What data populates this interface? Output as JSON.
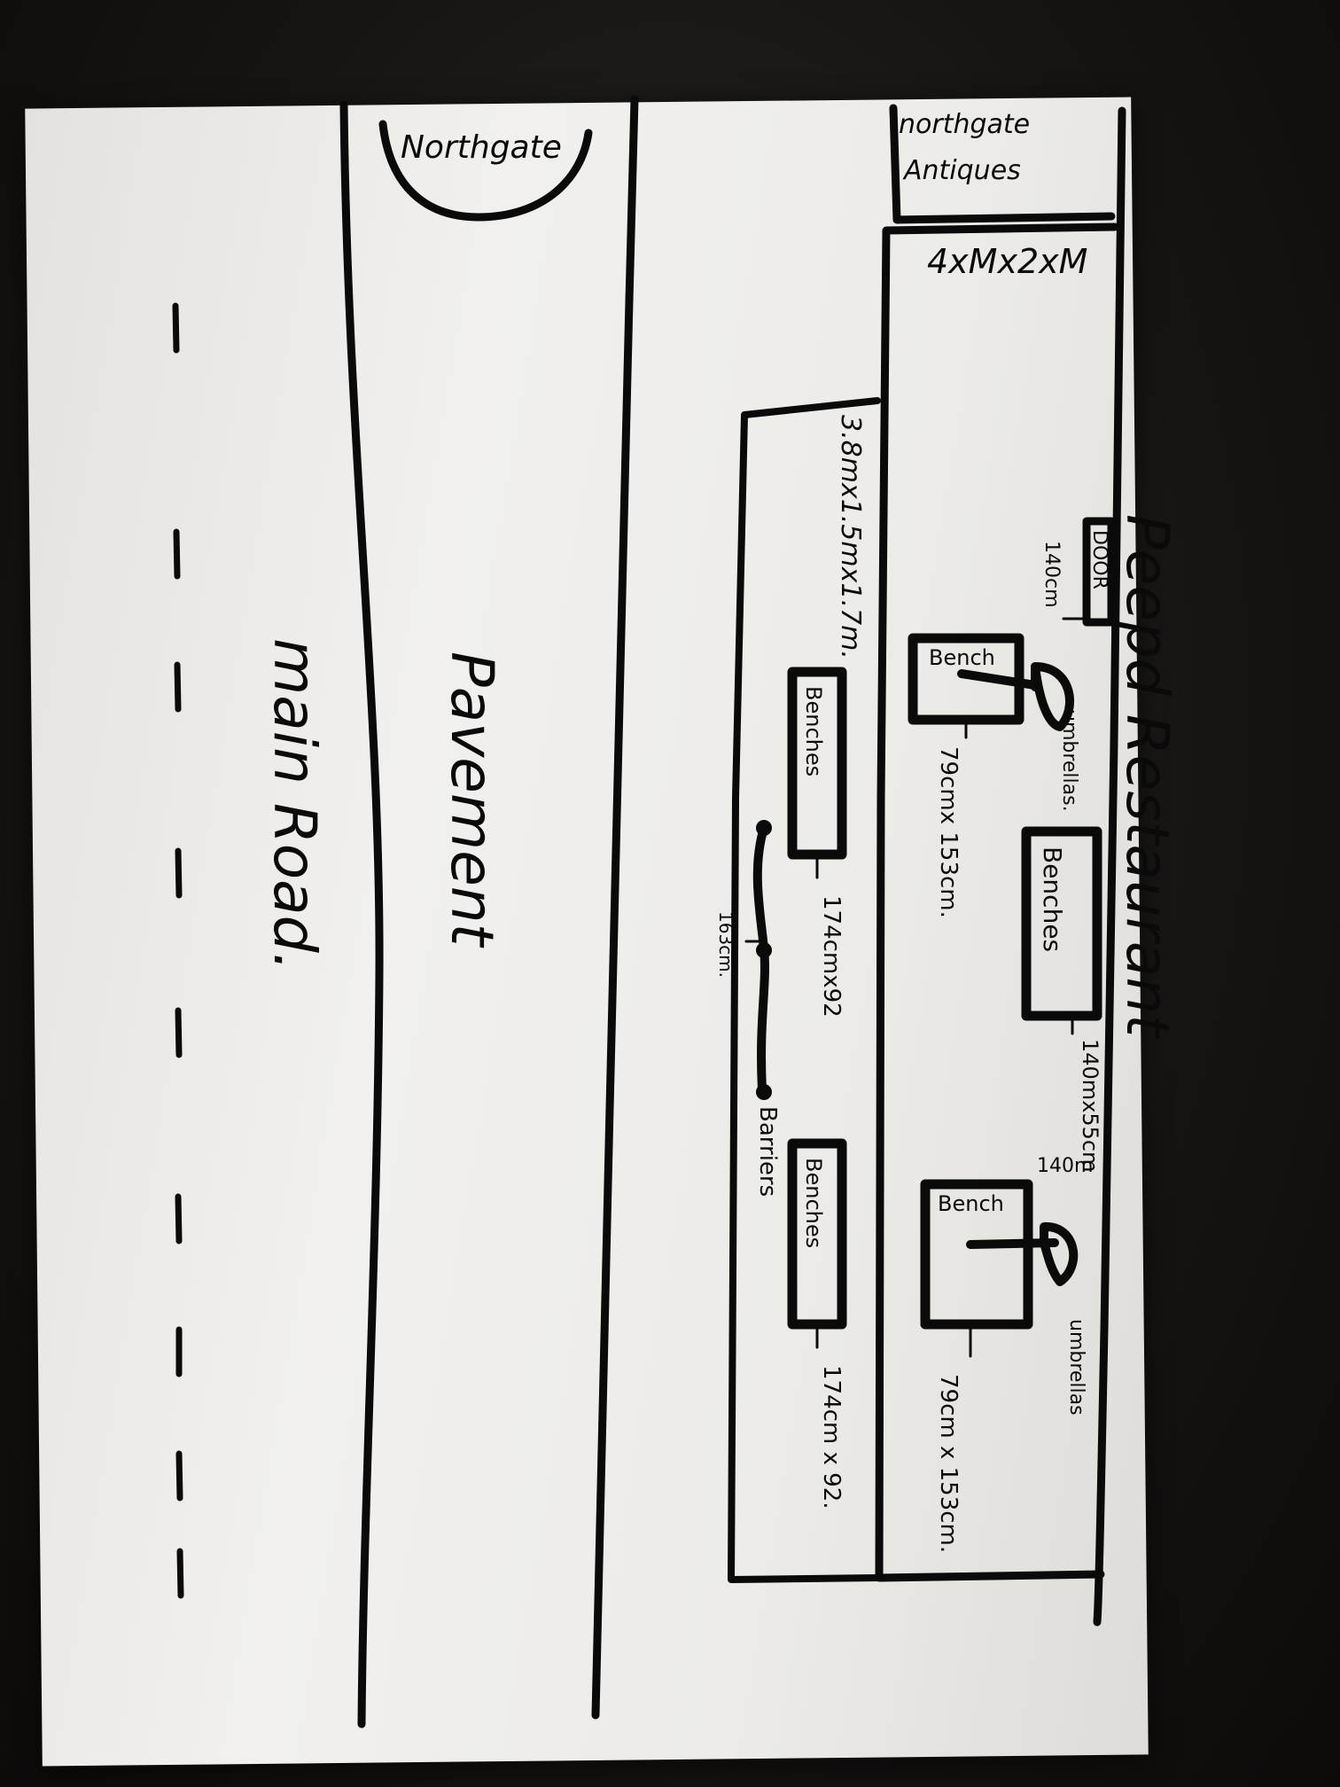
{
  "labels": {
    "northgate": "Northgate",
    "northgate_antiques_line1": "northgate",
    "northgate_antiques_line2": "Antiques",
    "upper_area_dim": "4xMx2xM",
    "restaurant": "Peepd Restaurant",
    "seating_area_dim": "3.8mx1.5mx1.7m.",
    "door": "DOOR",
    "door_dim": "140cm",
    "bench_top": "Bench",
    "umbrellas_top": "umbrellas.",
    "bench_top_dim": "79cmx 153cm.",
    "benches_middle": "Benches",
    "benches_middle_dim": "140mx55cm",
    "bench_bottom": "Bench",
    "umbrellas_bottom": "umbrellas",
    "umbrella_bottom_dim": "140m",
    "bench_bottom_dim": "79cm x 153cm.",
    "benches_left_top": "Benches",
    "benches_left_top_dim": "174cmx92",
    "benches_left_bottom": "Benches",
    "benches_left_bottom_dim": "174cm x 92.",
    "barrier_dim": "163cm.",
    "barriers": "Barriers",
    "pavement": "Pavement",
    "main_road": "main Road."
  }
}
